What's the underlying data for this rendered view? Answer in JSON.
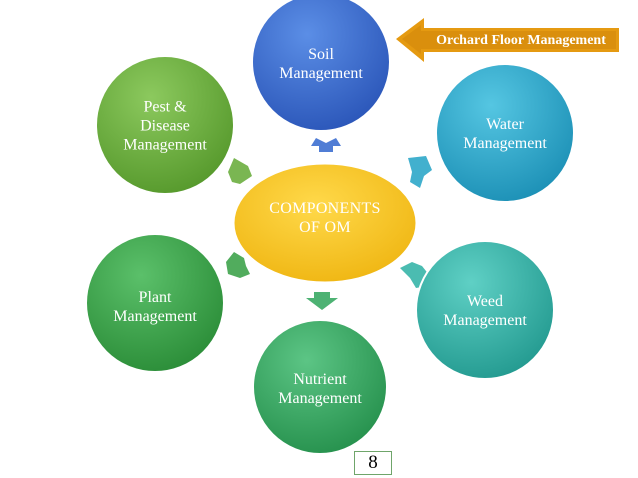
{
  "banner": {
    "text": "Orchard Floor Management",
    "color": "#e59a11"
  },
  "center": {
    "label": "COMPONENTS\nOF OM",
    "color": "#f6c61d"
  },
  "components": [
    {
      "id": "soil",
      "label": "Soil\nManagement",
      "color": "#3d6fd0",
      "icon": "soil"
    },
    {
      "id": "water",
      "label": "Water\nManagement",
      "color": "#2ea7c9",
      "icon": "water"
    },
    {
      "id": "weed",
      "label": "Weed\nManagement",
      "color": "#37b5a8",
      "icon": "weed"
    },
    {
      "id": "nutrient",
      "label": "Nutrient\nManagement",
      "color": "#3aaa64",
      "icon": "nutrient"
    },
    {
      "id": "plant",
      "label": "Plant\nManagement",
      "color": "#3ea34b",
      "icon": "plant"
    },
    {
      "id": "pest",
      "label": "Pest &\nDisease\nManagement",
      "color": "#6cae3f",
      "icon": "pest"
    }
  ],
  "page_number": "8"
}
